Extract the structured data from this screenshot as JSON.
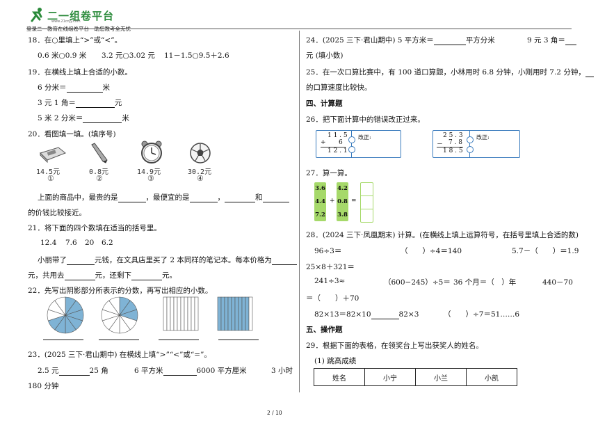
{
  "header": {
    "logo": "二一组卷平台",
    "logo_sub": "www.21cnjy.com",
    "tagline": "登录二一教育在线组卷平台　助您教考全无忧"
  },
  "page_number": "2 / 10",
  "left": {
    "q18": {
      "title": "18．在○里填上“>”或“<”。",
      "items": [
        "0.6 米○0.9 米",
        "3.2 元○3.02 元",
        "11－1.5○9.5＋2.6"
      ]
    },
    "q19": {
      "title": "19．在横线上填上合适的小数。",
      "l1a": "6 分米＝",
      "l1b": "米",
      "l2a": "3 元 1 角＝",
      "l2b": "元",
      "l3a": "5 米 2 分米＝",
      "l3b": "米"
    },
    "q20": {
      "title": "20．看图填一填。(填序号)",
      "prices": [
        "14.5元",
        "0.8元",
        "14.9元",
        "30.2元"
      ],
      "nums": [
        "①",
        "②",
        "③",
        "④"
      ],
      "s1a": "上面的商品中，最贵的是",
      "s1b": "，最便宜的是",
      "s1c": "，",
      "s1d": "和",
      "s2": "的价钱比较接近。"
    },
    "q21": {
      "title": "21．将下面的四个数填在适当的括号里。",
      "nums": [
        "12.4",
        "7.6",
        "20",
        "6.2"
      ],
      "s1a": "小丽带了",
      "s1b": "元钱，在文具店里买了 2 本同样的笔记本。每本价格为",
      "s2a": "元，共用去",
      "s2b": "元，还剩下",
      "s2c": "元。"
    },
    "q22": {
      "title": "22．先写出阴影部分所表示的分数，再写出相应的小数。"
    },
    "q23": {
      "title": "23．(2025 三下·君山期中) 在横线上填“>”“<”或“=”。",
      "a1": "2.5 元",
      "a2": "25 角",
      "b1": "6 平方米",
      "b2": "6000 平方厘米",
      "c1": "3 小时",
      "c2": "180 分钟"
    }
  },
  "right": {
    "q24": {
      "a": "24．(2025 三下·君山期中) 5 平方米＝",
      "b": "平方分米",
      "c": "9 元 3 角＝",
      "d": "元 (填小数)"
    },
    "q25": {
      "line1": "25．在一次口算比赛中，有 100 道口算题，小林用时 6.8 分钟，小刚用时 7.2 分钟，",
      "line2": "的口算速度比较快。"
    },
    "sec4": "四、计算题",
    "q26": {
      "title": "26．把下面计算中的错误改正过来。",
      "c1": {
        "a": "1 1 . 5",
        "op": "+",
        "b": "6",
        "r": "1 2 . 1"
      },
      "c2": {
        "a": "2 5 . 3",
        "op": "－",
        "b": "7 . 8",
        "r": "1 8 . 5"
      },
      "fix": "改正:"
    },
    "q27": {
      "title": "27．算一算。",
      "col1": [
        "3.6",
        "4.4",
        "7.2"
      ],
      "col2": [
        "4.2",
        "0.8",
        "3.8"
      ],
      "plus": "+",
      "eq": "="
    },
    "q28": {
      "title": "28．(2024 三下·凤凰期末) 计算。(在横线上填上运算符号，在括号里填上合适的数)",
      "r1a": "96÷3＝",
      "r1b": "（　　）÷4＝140",
      "r1c": "5.7－（　　）＝1.9",
      "r2": "25×8＋321＝",
      "r3a": "241÷3≈",
      "r3b": "（600−245）÷5＝",
      "r3c": "36 个月＝（　）年",
      "r3d": "440－70",
      "r4": "＝（　　）＋70",
      "r5a": "82×13＝82×10",
      "r5b": "82×3",
      "r5c": "（　　）÷7＝51……6"
    },
    "sec5": "五、操作题",
    "q29": {
      "title": "29．根据下面的表格，在领奖台上写出获奖人的姓名。",
      "sub": "(1) 跳高成绩",
      "headers": [
        "姓名",
        "小宁",
        "小兰",
        "小凯"
      ]
    }
  },
  "colors": {
    "brand_green": "#2a8a3a",
    "answer_green": "#a6d96a",
    "calc_blue": "#3a7bbd",
    "fraction_blue": "#7fb3d5"
  }
}
